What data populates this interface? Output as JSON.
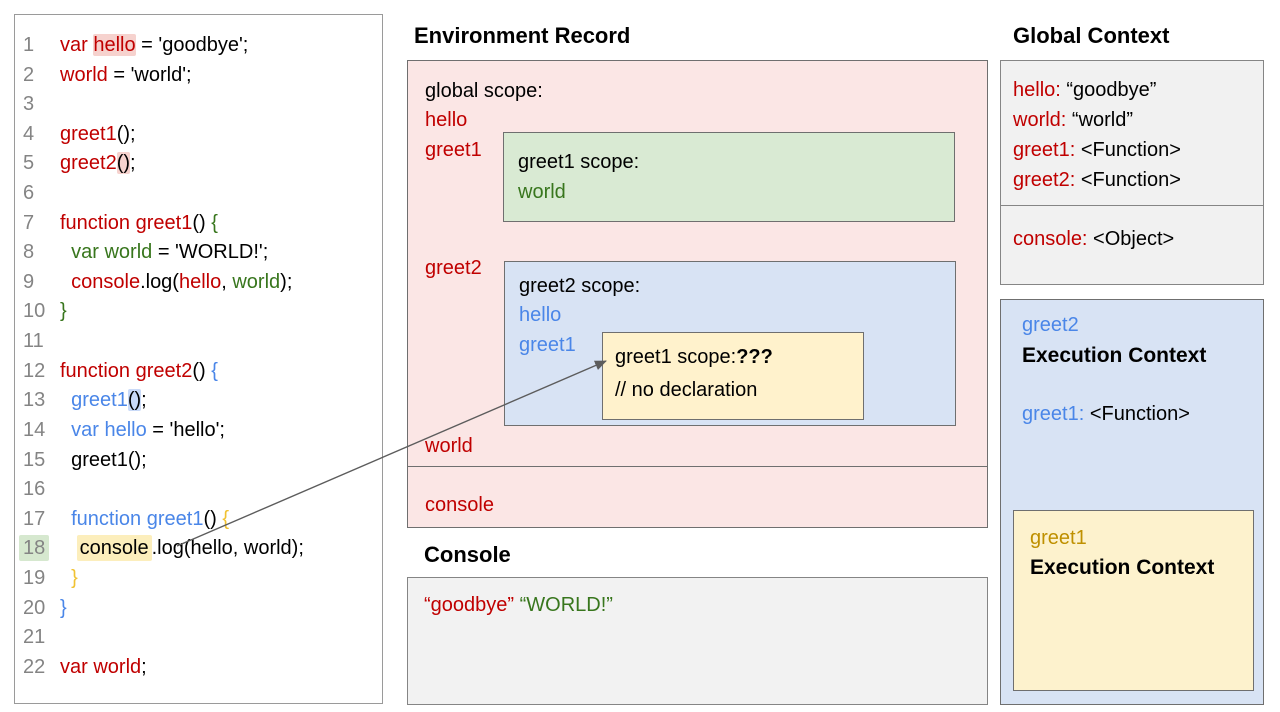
{
  "palette": {
    "red": "#c00000",
    "blue": "#4a86e8",
    "green": "#38761d",
    "gold": "#bf9000",
    "brace_gold": "#f1c232",
    "pink_fill": "#fbe6e5",
    "green_fill": "#d9ead3",
    "blue_fill": "#d8e3f4",
    "yellow_fill": "#fdf2cd",
    "gray_fill": "#f1f1f1",
    "hl_pink": "#f6d2ce",
    "hl_blue": "#c9daf8",
    "hl_yellow": "#fceebc",
    "hl_line_green": "#d6e8cf"
  },
  "code": {
    "lines": [
      {
        "no": "1",
        "segs": [
          {
            "t": "var ",
            "c": "red"
          },
          {
            "t": "hello",
            "c": "red",
            "bg": "pink"
          },
          {
            "t": " = 'goodbye';"
          }
        ]
      },
      {
        "no": "2",
        "segs": [
          {
            "t": "world",
            "c": "red"
          },
          {
            "t": " = 'world';"
          }
        ]
      },
      {
        "no": "3",
        "segs": []
      },
      {
        "no": "4",
        "segs": [
          {
            "t": "greet1",
            "c": "red"
          },
          {
            "t": "();"
          }
        ]
      },
      {
        "no": "5",
        "segs": [
          {
            "t": "greet2",
            "c": "red"
          },
          {
            "t": "()",
            "bg": "pink"
          },
          {
            "t": ";"
          }
        ]
      },
      {
        "no": "6",
        "segs": []
      },
      {
        "no": "7",
        "segs": [
          {
            "t": "function greet1",
            "c": "red"
          },
          {
            "t": "() "
          },
          {
            "t": "{",
            "c": "green"
          }
        ]
      },
      {
        "no": "8",
        "segs": [
          {
            "t": "  "
          },
          {
            "t": "var world",
            "c": "green"
          },
          {
            "t": " = 'WORLD!';"
          }
        ]
      },
      {
        "no": "9",
        "segs": [
          {
            "t": "  "
          },
          {
            "t": "console",
            "c": "red"
          },
          {
            "t": ".log("
          },
          {
            "t": "hello",
            "c": "red"
          },
          {
            "t": ", "
          },
          {
            "t": "world",
            "c": "green"
          },
          {
            "t": ");"
          }
        ]
      },
      {
        "no": "10",
        "segs": [
          {
            "t": "}",
            "c": "green"
          }
        ]
      },
      {
        "no": "11",
        "segs": []
      },
      {
        "no": "12",
        "segs": [
          {
            "t": "function greet2",
            "c": "red"
          },
          {
            "t": "() "
          },
          {
            "t": "{",
            "c": "blue"
          }
        ]
      },
      {
        "no": "13",
        "segs": [
          {
            "t": "  "
          },
          {
            "t": "greet1",
            "c": "blue"
          },
          {
            "t": "()",
            "bg": "blue"
          },
          {
            "t": ";"
          }
        ]
      },
      {
        "no": "14",
        "segs": [
          {
            "t": "  "
          },
          {
            "t": "var hello",
            "c": "blue"
          },
          {
            "t": " = 'hello';"
          }
        ]
      },
      {
        "no": "15",
        "segs": [
          {
            "t": "  greet1();"
          }
        ]
      },
      {
        "no": "16",
        "segs": []
      },
      {
        "no": "17",
        "segs": [
          {
            "t": "  "
          },
          {
            "t": "function greet1",
            "c": "blue"
          },
          {
            "t": "() "
          },
          {
            "t": "{",
            "c": "brace"
          }
        ]
      },
      {
        "no": "18",
        "hl": "green",
        "segs": [
          {
            "t": "   "
          },
          {
            "t": "console",
            "bg": "yellow"
          },
          {
            "t": ".log(hello, world);"
          }
        ]
      },
      {
        "no": "19",
        "segs": [
          {
            "t": "  }",
            "c": "brace"
          }
        ]
      },
      {
        "no": "20",
        "segs": [
          {
            "t": "}",
            "c": "blue"
          }
        ]
      },
      {
        "no": "21",
        "segs": []
      },
      {
        "no": "22",
        "segs": [
          {
            "t": "var world",
            "c": "red"
          },
          {
            "t": ";"
          }
        ]
      }
    ]
  },
  "er": {
    "heading": "Environment Record",
    "global_label": [
      {
        "t": "global scope:"
      }
    ],
    "hello": [
      {
        "t": "hello",
        "c": "red"
      }
    ],
    "greet1": [
      {
        "t": "greet1",
        "c": "red"
      }
    ],
    "greet2": [
      {
        "t": "greet2",
        "c": "red"
      }
    ],
    "world": [
      {
        "t": "world",
        "c": "red"
      }
    ],
    "console_var": [
      {
        "t": "console",
        "c": "red"
      }
    ],
    "greet1_scope": {
      "title": [
        {
          "t": "greet1 scope:"
        }
      ],
      "var1": [
        {
          "t": "world",
          "c": "green"
        }
      ]
    },
    "greet2_scope": {
      "title": [
        {
          "t": "greet2 scope:"
        }
      ],
      "var1": [
        {
          "t": "hello",
          "c": "blue"
        }
      ],
      "var2": [
        {
          "t": "greet1",
          "c": "blue"
        }
      ]
    },
    "greet1_inner_scope": {
      "title": [
        {
          "t": "greet1 scope:"
        },
        {
          "t": "???",
          "b": true
        }
      ],
      "comment": [
        {
          "t": "// no declaration"
        }
      ]
    }
  },
  "console_panel": {
    "heading": "Console",
    "output": [
      {
        "t": "“goodbye”",
        "c": "red"
      },
      {
        "t": " "
      },
      {
        "t": "“WORLD!”",
        "c": "green"
      }
    ]
  },
  "global_context": {
    "heading": "Global Context",
    "rows": [
      [
        {
          "t": "hello:",
          "c": "red"
        },
        {
          "t": " “goodbye”"
        }
      ],
      [
        {
          "t": "world:",
          "c": "red"
        },
        {
          "t": " “world”"
        }
      ],
      [
        {
          "t": "greet1:",
          "c": "red"
        },
        {
          "t": " <Function>"
        }
      ],
      [
        {
          "t": "greet2:",
          "c": "red"
        },
        {
          "t": " <Function>"
        }
      ]
    ],
    "console_row": [
      {
        "t": "console:",
        "c": "red"
      },
      {
        "t": " <Object>"
      }
    ]
  },
  "greet2_ec": {
    "name": [
      {
        "t": "greet2",
        "c": "blue"
      }
    ],
    "title": "Execution Context",
    "greet1_row": [
      {
        "t": "greet1:",
        "c": "blue"
      },
      {
        "t": " <Function>"
      }
    ],
    "inner": {
      "name": [
        {
          "t": "greet1",
          "c": "gold"
        }
      ],
      "title": "Execution Context"
    }
  }
}
